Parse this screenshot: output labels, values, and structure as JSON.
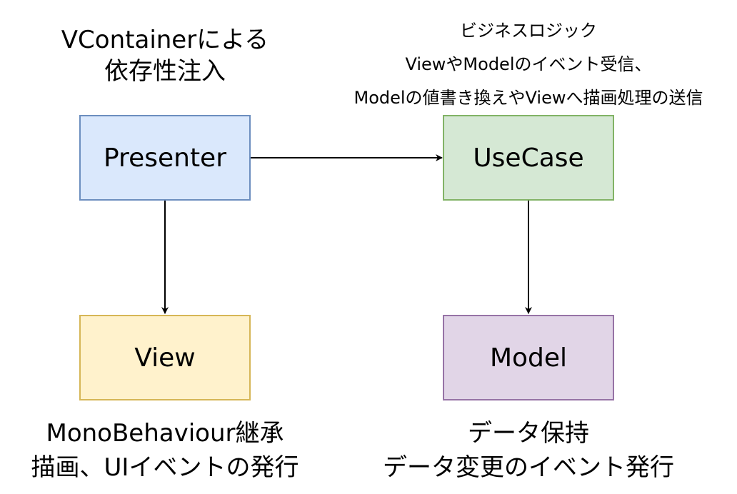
{
  "nodes": {
    "presenter": {
      "label": "Presenter",
      "fill": "#dae8fc",
      "stroke": "#6c8ebf"
    },
    "usecase": {
      "label": "UseCase",
      "fill": "#d5e8d4",
      "stroke": "#82b366"
    },
    "view": {
      "label": "View",
      "fill": "#fff2cc",
      "stroke": "#d6b656"
    },
    "model": {
      "label": "Model",
      "fill": "#e1d5e7",
      "stroke": "#9673a6"
    }
  },
  "captions": {
    "presenter": [
      "VContainerによる",
      "依存性注入"
    ],
    "usecase": [
      "ビジネスロジック",
      "ViewやModelのイベント受信、",
      "Modelの値書き換えやViewへ描画処理の送信"
    ],
    "view": [
      "MonoBehaviour継承",
      "描画、UIイベントの発行"
    ],
    "model": [
      "データ保持",
      "データ変更のイベント発行"
    ]
  },
  "edges": [
    {
      "from": "Presenter",
      "to": "UseCase"
    },
    {
      "from": "Presenter",
      "to": "View"
    },
    {
      "from": "UseCase",
      "to": "Model"
    }
  ]
}
